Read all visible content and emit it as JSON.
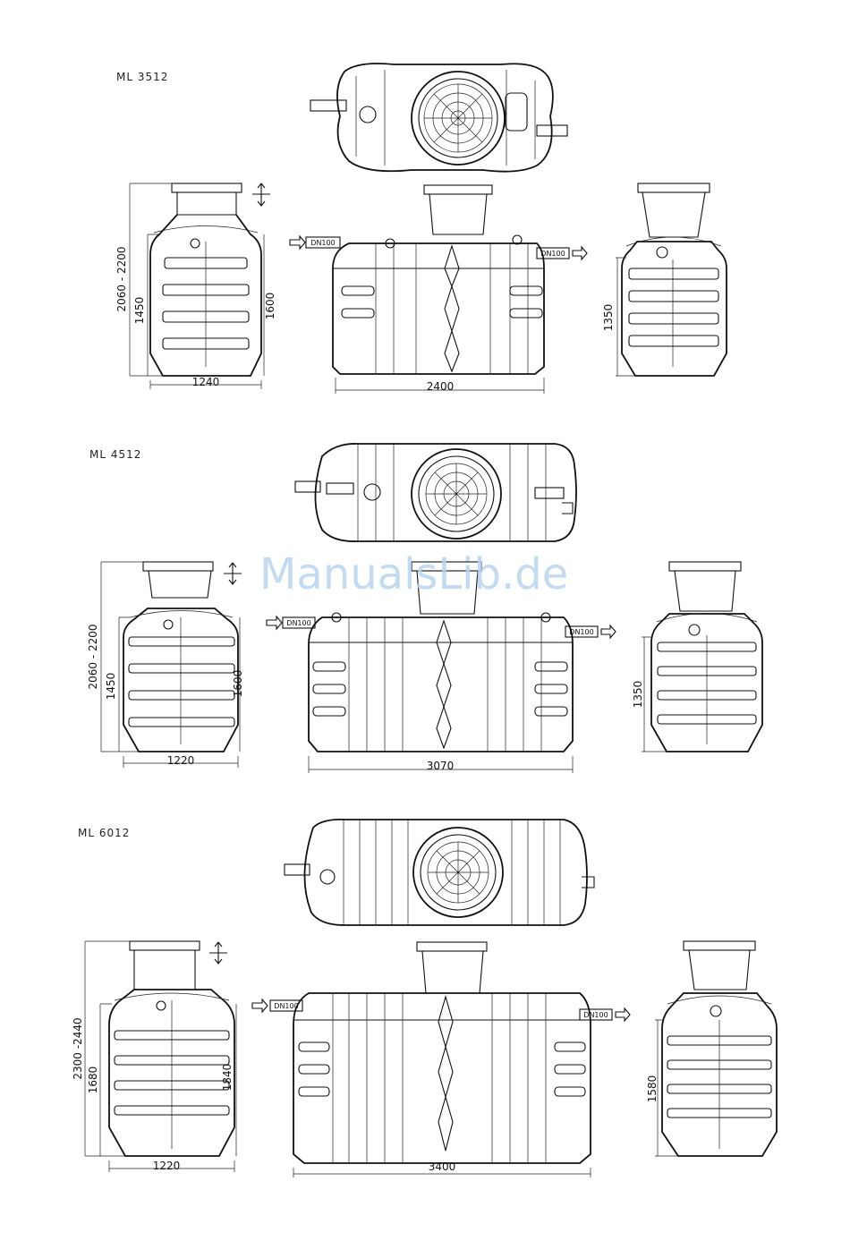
{
  "watermark": "ManualsLib.de",
  "models": [
    {
      "name": "ML  3512",
      "side_height_range": "2060  -  2200",
      "side_inner_height": "1450",
      "side_outer_height": "1600",
      "side_width": "1240",
      "front_length": "2400",
      "inlet": "DN100",
      "outlet": "DN100",
      "end_height": "1350"
    },
    {
      "name": "ML  4512",
      "side_height_range": "2060  -  2200",
      "side_inner_height": "1450",
      "side_outer_height": "1600",
      "side_width": "1220",
      "front_length": "3070",
      "inlet": "DN100",
      "outlet": "DN100",
      "end_height": "1350"
    },
    {
      "name": "ML  6012",
      "side_height_range": "2300  -2440",
      "side_inner_height": "1680",
      "side_outer_height": "1840",
      "side_width": "1220",
      "front_length": "3400",
      "inlet": "DN100",
      "outlet": "DN100",
      "end_height": "1580"
    }
  ]
}
